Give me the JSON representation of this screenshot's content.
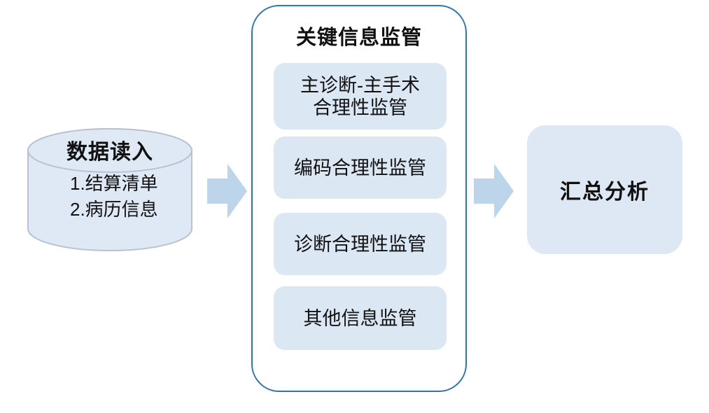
{
  "source": {
    "title": "数据读入",
    "items": [
      "1.结算清单",
      "2.病历信息"
    ]
  },
  "process": {
    "title": "关键信息监管",
    "steps": [
      {
        "lines": [
          "主诊断-主手术",
          "合理性监管"
        ]
      },
      {
        "lines": [
          "编码合理性监管"
        ]
      },
      {
        "lines": [
          "诊断合理性监管"
        ]
      },
      {
        "lines": [
          "其他信息监管"
        ]
      }
    ]
  },
  "result": {
    "title": "汇总分析"
  },
  "colors": {
    "container_border": "#2e75b5",
    "shape_fill": "#dbe7f3",
    "shape_fill_2": "#dde8f4",
    "cylinder_fill": "#dfe9f5",
    "cylinder_border": "#b9c2d2",
    "arrow_fill": "#bcd5ea",
    "text": "#111111"
  }
}
